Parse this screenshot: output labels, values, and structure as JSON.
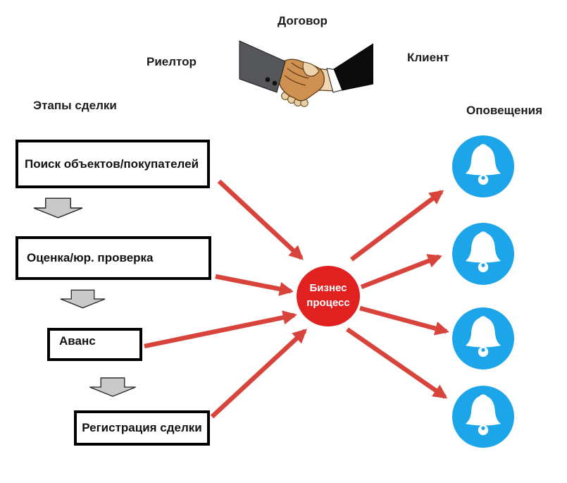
{
  "title_labels": {
    "contract": "Договор",
    "realtor": "Риелтор",
    "client": "Клиент"
  },
  "stages": {
    "heading": "Этапы сделки",
    "items": [
      {
        "label": "Поиск объектов/покупателей"
      },
      {
        "label": "Оценка/юр. проверка"
      },
      {
        "label": "Аванс"
      },
      {
        "label": "Регистрация сделки"
      }
    ]
  },
  "process": {
    "line1": "Бизнес",
    "line2": "процесс"
  },
  "notifications": {
    "heading": "Оповещения",
    "count": 4,
    "icon": "bell-icon"
  },
  "connections": {
    "into_process": [
      {
        "from": "stage-search",
        "to": "business-process"
      },
      {
        "from": "stage-evaluation",
        "to": "business-process"
      },
      {
        "from": "stage-advance",
        "to": "business-process"
      },
      {
        "from": "stage-registration",
        "to": "business-process"
      }
    ],
    "out_of_process": [
      {
        "from": "business-process",
        "to": "notification-1"
      },
      {
        "from": "business-process",
        "to": "notification-2"
      },
      {
        "from": "business-process",
        "to": "notification-3"
      },
      {
        "from": "business-process",
        "to": "notification-4"
      }
    ]
  },
  "colors": {
    "arrow_red": "#d8443c",
    "process_red": "#e12120",
    "bell_blue": "#1ca6e9",
    "flow_arrow_gray": "#c9c9c9",
    "box_border": "#000000",
    "background": "#ffffff"
  }
}
